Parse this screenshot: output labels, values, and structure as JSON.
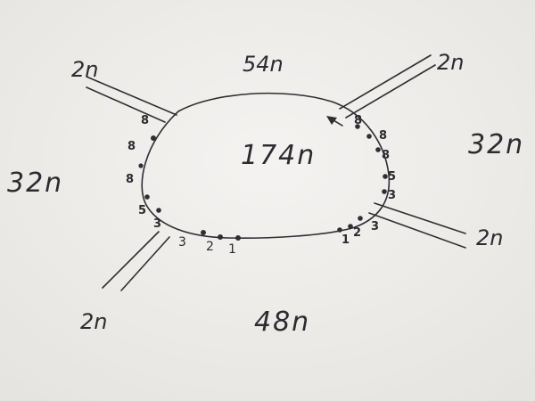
{
  "regions": {
    "center": "174n",
    "top": "54n",
    "bottom": "48n",
    "left": "32n",
    "right": "32n"
  },
  "roads": {
    "top_left": "2n",
    "top_right": "2n",
    "bottom_left": "2n",
    "bottom_right": "2n"
  },
  "edge_marks": {
    "left_side": [
      "8",
      "8",
      "8",
      "5",
      "3"
    ],
    "bottom_left_arc": [
      "3",
      "2",
      "1"
    ],
    "bottom_right_arc": [
      "1",
      "2",
      "3"
    ],
    "right_side": [
      "8",
      "8",
      "8",
      "5",
      "3"
    ]
  },
  "colors": {
    "paper": "#efedea",
    "ink": "#2e2e33"
  }
}
